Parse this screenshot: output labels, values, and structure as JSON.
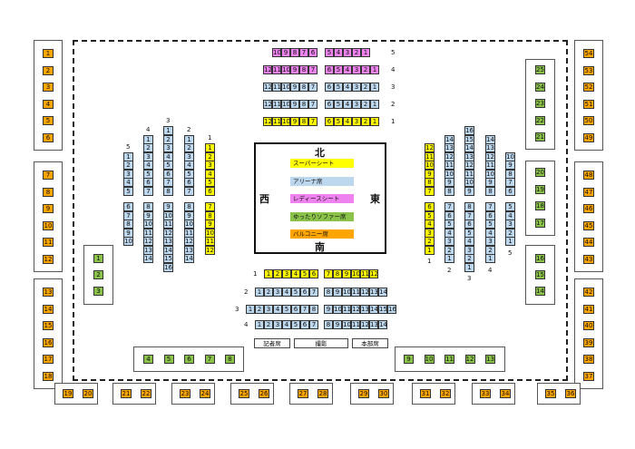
{
  "colors": {
    "super": "#ffff00",
    "arena": "#bdd7ee",
    "ladies": "#ee82ee",
    "sofa": "#8bc34a",
    "balcony": "#ffa500"
  },
  "directions": {
    "north": "北",
    "south": "南",
    "west": "西",
    "east": "東"
  },
  "legend": [
    {
      "label": "スーパーシート",
      "color": "super"
    },
    {
      "label": "アリーナ席",
      "color": "arena"
    },
    {
      "label": "レディースシート",
      "color": "ladies"
    },
    {
      "label": "ゆったりソファー席",
      "color": "sofa"
    },
    {
      "label": "バルコニー席",
      "color": "balcony"
    }
  ],
  "press": {
    "kisha": "記者席",
    "satsuei": "撮影",
    "honbu": "本部席"
  },
  "north_rows": [
    {
      "label": "5",
      "left": [
        "10",
        "9",
        "8",
        "7",
        "6"
      ],
      "right": [
        "5",
        "4",
        "3",
        "2",
        "1"
      ],
      "color": "ladies"
    },
    {
      "label": "4",
      "left": [
        "12",
        "11",
        "10",
        "9",
        "8",
        "7"
      ],
      "right": [
        "6",
        "5",
        "4",
        "3",
        "2",
        "1"
      ],
      "color": "ladies"
    },
    {
      "label": "3",
      "left": [
        "12",
        "11",
        "10",
        "9",
        "8",
        "7"
      ],
      "right": [
        "6",
        "5",
        "4",
        "3",
        "2",
        "1"
      ],
      "color": "arena"
    },
    {
      "label": "2",
      "left": [
        "12",
        "11",
        "10",
        "9",
        "8",
        "7"
      ],
      "right": [
        "6",
        "5",
        "4",
        "3",
        "2",
        "1"
      ],
      "color": "arena"
    },
    {
      "label": "1",
      "left": [
        "12",
        "11",
        "10",
        "9",
        "8",
        "7"
      ],
      "right": [
        "6",
        "5",
        "4",
        "3",
        "2",
        "1"
      ],
      "color": "super"
    }
  ],
  "south_rows": [
    {
      "label": "1",
      "left": [
        "1",
        "2",
        "3",
        "4",
        "5",
        "6"
      ],
      "right": [
        "7",
        "8",
        "9",
        "10",
        "11",
        "12"
      ],
      "color": "super"
    },
    {
      "label": "2",
      "left": [
        "1",
        "2",
        "3",
        "4",
        "5",
        "6",
        "7"
      ],
      "right": [
        "8",
        "9",
        "10",
        "11",
        "12",
        "13",
        "14"
      ],
      "color": "arena"
    },
    {
      "label": "3",
      "left": [
        "1",
        "2",
        "3",
        "4",
        "5",
        "6",
        "7",
        "8"
      ],
      "right": [
        "9",
        "10",
        "11",
        "12",
        "13",
        "14",
        "15",
        "16"
      ],
      "color": "arena"
    },
    {
      "label": "4",
      "left": [
        "1",
        "2",
        "3",
        "4",
        "5",
        "6",
        "7"
      ],
      "right": [
        "8",
        "9",
        "10",
        "11",
        "12",
        "13",
        "14"
      ],
      "color": "arena"
    }
  ],
  "west_cols": [
    {
      "label": "5",
      "top": [
        "1",
        "2",
        "3",
        "4",
        "5"
      ],
      "bottom": [
        "6",
        "7",
        "8",
        "9",
        "10"
      ],
      "color": "arena"
    },
    {
      "label": "4",
      "top": [
        "1",
        "2",
        "3",
        "4",
        "5",
        "6",
        "7"
      ],
      "bottom": [
        "8",
        "9",
        "10",
        "11",
        "12",
        "13",
        "14"
      ],
      "color": "arena"
    },
    {
      "label": "3",
      "top": [
        "1",
        "2",
        "3",
        "4",
        "5",
        "6",
        "7",
        "8"
      ],
      "bottom": [
        "9",
        "10",
        "11",
        "12",
        "13",
        "14",
        "15",
        "16"
      ],
      "color": "arena"
    },
    {
      "label": "2",
      "top": [
        "1",
        "2",
        "3",
        "4",
        "5",
        "6",
        "7"
      ],
      "bottom": [
        "8",
        "9",
        "10",
        "11",
        "12",
        "13",
        "14"
      ],
      "color": "arena"
    },
    {
      "label": "1",
      "top": [
        "1",
        "2",
        "3",
        "4",
        "5",
        "6"
      ],
      "bottom": [
        "7",
        "8",
        "9",
        "10",
        "11",
        "12"
      ],
      "color": "super"
    }
  ],
  "east_cols": [
    {
      "label": "1",
      "top": [
        "12",
        "11",
        "10",
        "9",
        "8",
        "7"
      ],
      "bottom": [
        "6",
        "5",
        "4",
        "3",
        "2",
        "1"
      ],
      "color": "super"
    },
    {
      "label": "2",
      "top": [
        "14",
        "13",
        "12",
        "11",
        "10",
        "9",
        "8"
      ],
      "bottom": [
        "7",
        "6",
        "5",
        "4",
        "3",
        "2",
        "1"
      ],
      "color": "arena"
    },
    {
      "label": "3",
      "top": [
        "16",
        "15",
        "14",
        "13",
        "12",
        "11",
        "10",
        "9"
      ],
      "bottom": [
        "8",
        "7",
        "6",
        "5",
        "4",
        "3",
        "2",
        "1"
      ],
      "color": "arena"
    },
    {
      "label": "4",
      "top": [
        "14",
        "13",
        "12",
        "11",
        "10",
        "9",
        "8"
      ],
      "bottom": [
        "7",
        "6",
        "5",
        "4",
        "3",
        "2",
        "1"
      ],
      "color": "arena"
    },
    {
      "label": "5",
      "top": [
        "10",
        "9",
        "8",
        "7",
        "6"
      ],
      "bottom": [
        "5",
        "4",
        "3",
        "2",
        "1"
      ],
      "color": "arena"
    }
  ],
  "balcony_left": [
    [
      "1",
      "2",
      "3",
      "4",
      "5",
      "6"
    ],
    [
      "7",
      "8",
      "9",
      "10",
      "11",
      "12"
    ],
    [
      "13",
      "14",
      "15",
      "16",
      "17",
      "18"
    ]
  ],
  "balcony_right": [
    [
      "54",
      "53",
      "52",
      "51",
      "50",
      "49"
    ],
    [
      "48",
      "47",
      "46",
      "45",
      "44",
      "43"
    ],
    [
      "42",
      "41",
      "40",
      "39",
      "38",
      "37"
    ]
  ],
  "balcony_bottom": [
    [
      "19",
      "20"
    ],
    [
      "21",
      "22"
    ],
    [
      "23",
      "24"
    ],
    [
      "25",
      "26"
    ],
    [
      "27",
      "28"
    ],
    [
      "29",
      "30"
    ],
    [
      "31",
      "32"
    ],
    [
      "33",
      "34"
    ],
    [
      "35",
      "36"
    ]
  ],
  "sofa_left": [
    "1",
    "2",
    "3"
  ],
  "sofa_right_top": [
    "25",
    "24",
    "23",
    "22",
    "21"
  ],
  "sofa_right_mid": [
    "20",
    "19",
    "18",
    "17"
  ],
  "sofa_right_low": [
    "16",
    "15",
    "14"
  ],
  "sofa_bottom_left": [
    "4",
    "5",
    "6",
    "7",
    "8"
  ],
  "sofa_bottom_right": [
    "9",
    "10",
    "11",
    "12",
    "13"
  ]
}
